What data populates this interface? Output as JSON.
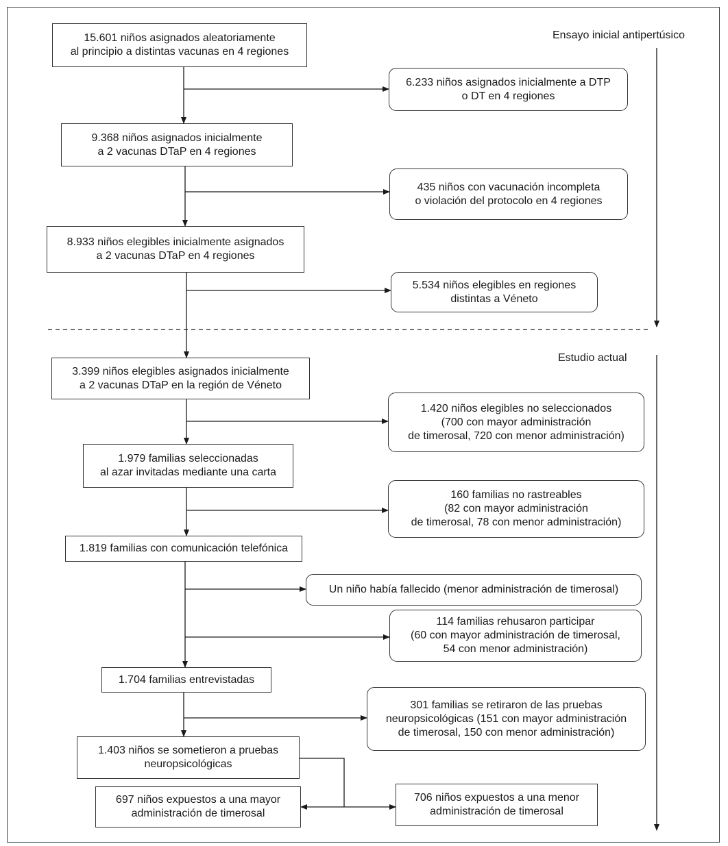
{
  "phases": {
    "initial": "Ensayo inicial antipertúsico",
    "current": "Estudio actual"
  },
  "main_boxes": [
    {
      "id": "m1",
      "lines": [
        "15.601 niños asignados aleatoriamente",
        "al principio a distintas vacunas en 4 regiones"
      ]
    },
    {
      "id": "m2",
      "lines": [
        "9.368 niños asignados inicialmente",
        "a 2 vacunas DTaP en 4 regiones"
      ]
    },
    {
      "id": "m3",
      "lines": [
        "8.933 niños elegibles inicialmente asignados",
        "a 2 vacunas DTaP en 4 regiones"
      ]
    },
    {
      "id": "m4",
      "lines": [
        "3.399 niños elegibles asignados inicialmente",
        "a 2 vacunas DTaP en la región de Véneto"
      ]
    },
    {
      "id": "m5",
      "lines": [
        "1.979 familias seleccionadas",
        "al azar invitadas mediante una carta"
      ]
    },
    {
      "id": "m6",
      "lines": [
        "1.819 familias con comunicación telefónica"
      ]
    },
    {
      "id": "m7",
      "lines": [
        "1.704 familias entrevistadas"
      ]
    },
    {
      "id": "m8",
      "lines": [
        "1.403 niños se sometieron a pruebas",
        "neuropsicológicas"
      ]
    },
    {
      "id": "m9",
      "lines": [
        "697 niños expuestos a una mayor",
        "administración de timerosal"
      ]
    }
  ],
  "side_boxes": [
    {
      "id": "s1",
      "lines": [
        "6.233 niños asignados inicialmente a DTP",
        "o DT en 4 regiones"
      ]
    },
    {
      "id": "s2",
      "lines": [
        "435 niños con vacunación incompleta",
        "o violación del protocolo en 4 regiones"
      ]
    },
    {
      "id": "s3",
      "lines": [
        "5.534 niños elegibles en regiones",
        "distintas a Véneto"
      ]
    },
    {
      "id": "s4",
      "lines": [
        "1.420 niños elegibles no seleccionados",
        "(700 con mayor administración",
        "de timerosal, 720 con menor administración)"
      ]
    },
    {
      "id": "s5",
      "lines": [
        "160 familias no rastreables",
        "(82 con mayor administración",
        "de timerosal, 78 con menor administración)"
      ]
    },
    {
      "id": "s6",
      "lines": [
        "Un niño había fallecido (menor administración de timerosal)"
      ]
    },
    {
      "id": "s7",
      "lines": [
        "114 familias rehusaron participar",
        "(60 con mayor administración de timerosal,",
        "54 con menor administración)"
      ]
    },
    {
      "id": "s8",
      "lines": [
        "301 familias se retiraron de las pruebas",
        "neuropsicológicas (151 con mayor administración",
        "de timerosal, 150 con menor administración)"
      ]
    },
    {
      "id": "s9",
      "lines": [
        "706 niños expuestos a una menor",
        "administración de timerosal"
      ]
    }
  ]
}
